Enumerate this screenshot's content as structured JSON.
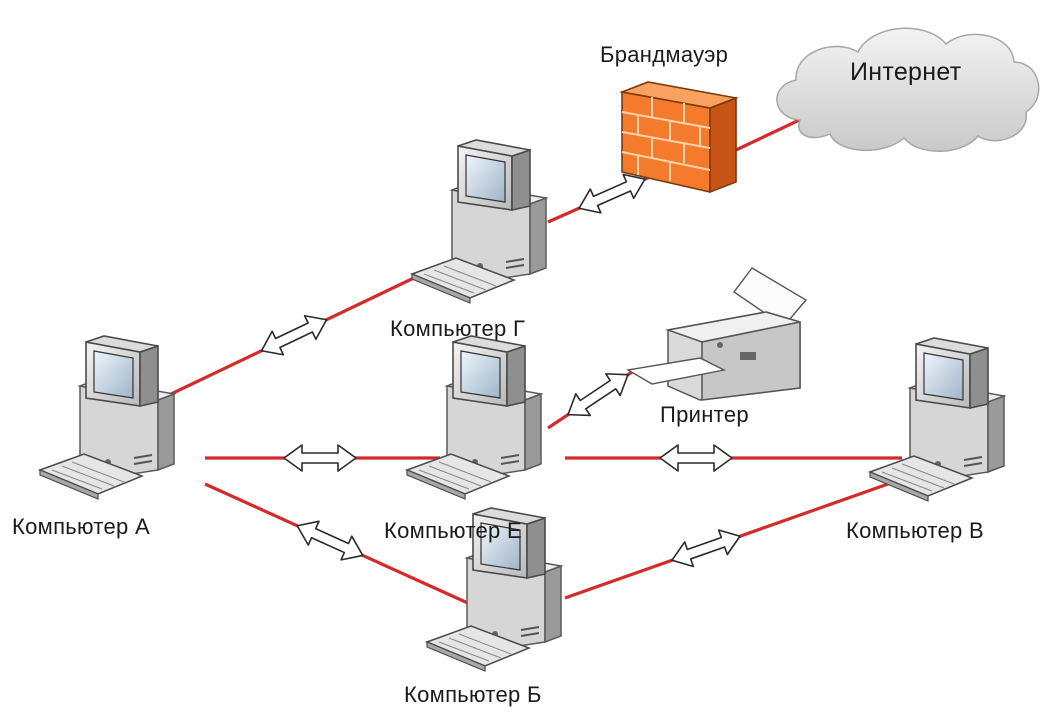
{
  "colors": {
    "link": "#d42a2a",
    "firewall": "#f47a2c",
    "cloud": "#e0e0e0"
  },
  "nodes": {
    "internet": {
      "label": "Интернет",
      "icon": "cloud-icon"
    },
    "firewall": {
      "label": "Брандмауэр",
      "icon": "firewall-icon"
    },
    "comp_g": {
      "label": "Компьютер Г",
      "icon": "computer-icon"
    },
    "comp_a": {
      "label": "Компьютер А",
      "icon": "computer-icon"
    },
    "comp_e": {
      "label": "Компьютер Е",
      "icon": "computer-icon"
    },
    "comp_v": {
      "label": "Компьютер В",
      "icon": "computer-icon"
    },
    "comp_b": {
      "label": "Компьютер Б",
      "icon": "computer-icon"
    },
    "printer": {
      "label": "Принтер",
      "icon": "printer-icon"
    }
  },
  "links": [
    {
      "from": "internet",
      "to": "firewall"
    },
    {
      "from": "firewall",
      "to": "comp_g"
    },
    {
      "from": "comp_g",
      "to": "comp_a"
    },
    {
      "from": "comp_a",
      "to": "comp_e"
    },
    {
      "from": "comp_e",
      "to": "comp_v"
    },
    {
      "from": "comp_e",
      "to": "printer"
    },
    {
      "from": "comp_a",
      "to": "comp_b"
    },
    {
      "from": "comp_b",
      "to": "comp_v"
    }
  ]
}
